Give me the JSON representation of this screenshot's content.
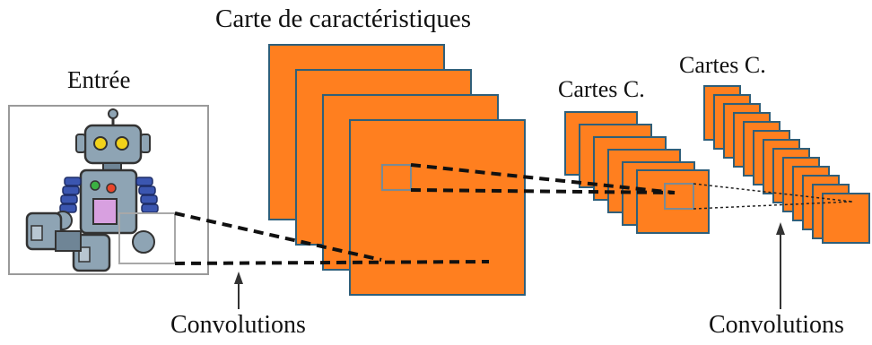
{
  "labels": {
    "input": "Entrée",
    "feature_map": "Carte de caractéristiques",
    "maps_1": "Cartes C.",
    "maps_2": "Cartes C.",
    "convolutions_1": "Convolutions",
    "convolutions_2": "Convolutions"
  },
  "colors": {
    "map_fill": "#ff7f1f",
    "map_border": "#2f5f7a",
    "frame_border": "#9a9a9a",
    "robot_body": "#8ea4b4",
    "robot_arm": "#3b56b0",
    "robot_screen": "#d8a0e0",
    "line": "#111111"
  },
  "icons": {
    "input_image": "robot-illustration"
  }
}
